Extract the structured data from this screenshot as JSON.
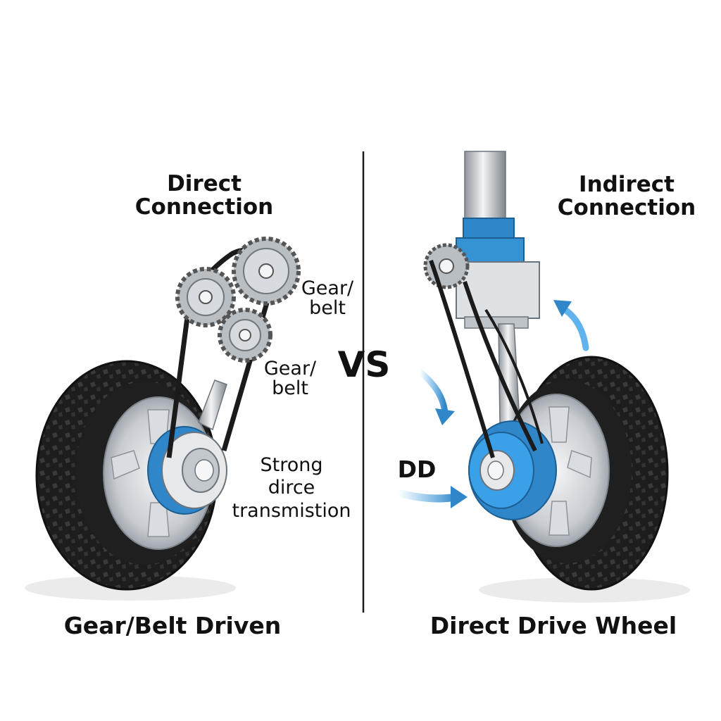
{
  "left": {
    "heading_line1": "Direct",
    "heading_line2": "Connection",
    "label1_line1": "Gear/",
    "label1_line2": "belt",
    "label2_line1": "Gear/",
    "label2_line2": "belt",
    "note_line1": "Strong",
    "note_line2": "dirce",
    "note_line3": "transmistion",
    "caption": "Gear/Belt Driven"
  },
  "center": {
    "vs": "VS"
  },
  "right": {
    "heading_line1": "Indirect",
    "heading_line2": "Connection",
    "dd_label": "DD",
    "caption": "Direct Drive Wheel"
  },
  "colors": {
    "accent_blue": "#2f86c8",
    "arrow_blue": "#3aa0e8",
    "tire": "#1d1d1d",
    "rim": "#c9cdd2",
    "metal": "#aab2ba"
  }
}
